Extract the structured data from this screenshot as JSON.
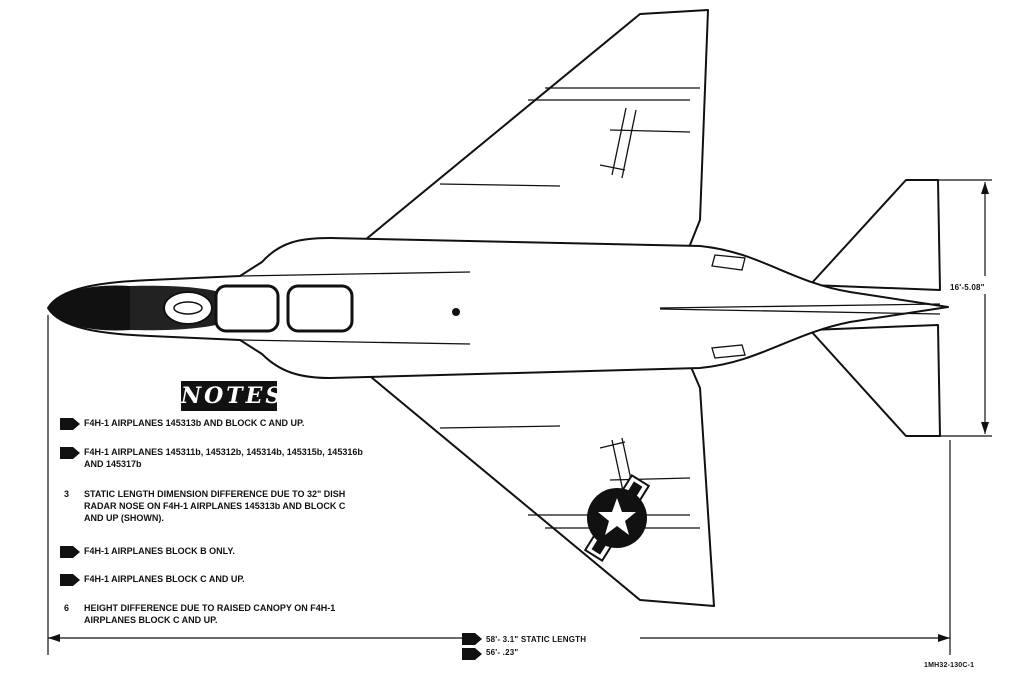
{
  "title_top_partial": "(",
  "notes": {
    "title": "NOTES",
    "items": [
      {
        "marker": "",
        "text": "F4H-1 AIRPLANES 145313b AND BLOCK C AND UP."
      },
      {
        "marker": "",
        "text": "F4H-1 AIRPLANES 145311b, 145312b, 145314b, 145315b, 145316b\nAND 145317b"
      },
      {
        "marker": "3",
        "text": "STATIC LENGTH DIMENSION DIFFERENCE DUE TO 32\" DISH\nRADAR NOSE ON F4H-1 AIRPLANES 145313b AND BLOCK C\nAND UP (SHOWN)."
      },
      {
        "marker": "",
        "text": "F4H-1 AIRPLANES BLOCK B ONLY."
      },
      {
        "marker": "",
        "text": "F4H-1 AIRPLANES BLOCK C AND UP."
      },
      {
        "marker": "6",
        "text": "HEIGHT DIFFERENCE DUE TO RAISED CANOPY ON F4H-1\nAIRPLANES BLOCK C AND UP."
      }
    ]
  },
  "dimensions": {
    "tail_span": "16'-5.08\"",
    "static_length_1": "58'- 3.1\" STATIC LENGTH",
    "static_length_2": "56'- .23\""
  },
  "figure_id": "1MH32-130C-1",
  "colors": {
    "ink": "#111111",
    "paper": "#ffffff",
    "insignia": "#1a1a1a"
  }
}
